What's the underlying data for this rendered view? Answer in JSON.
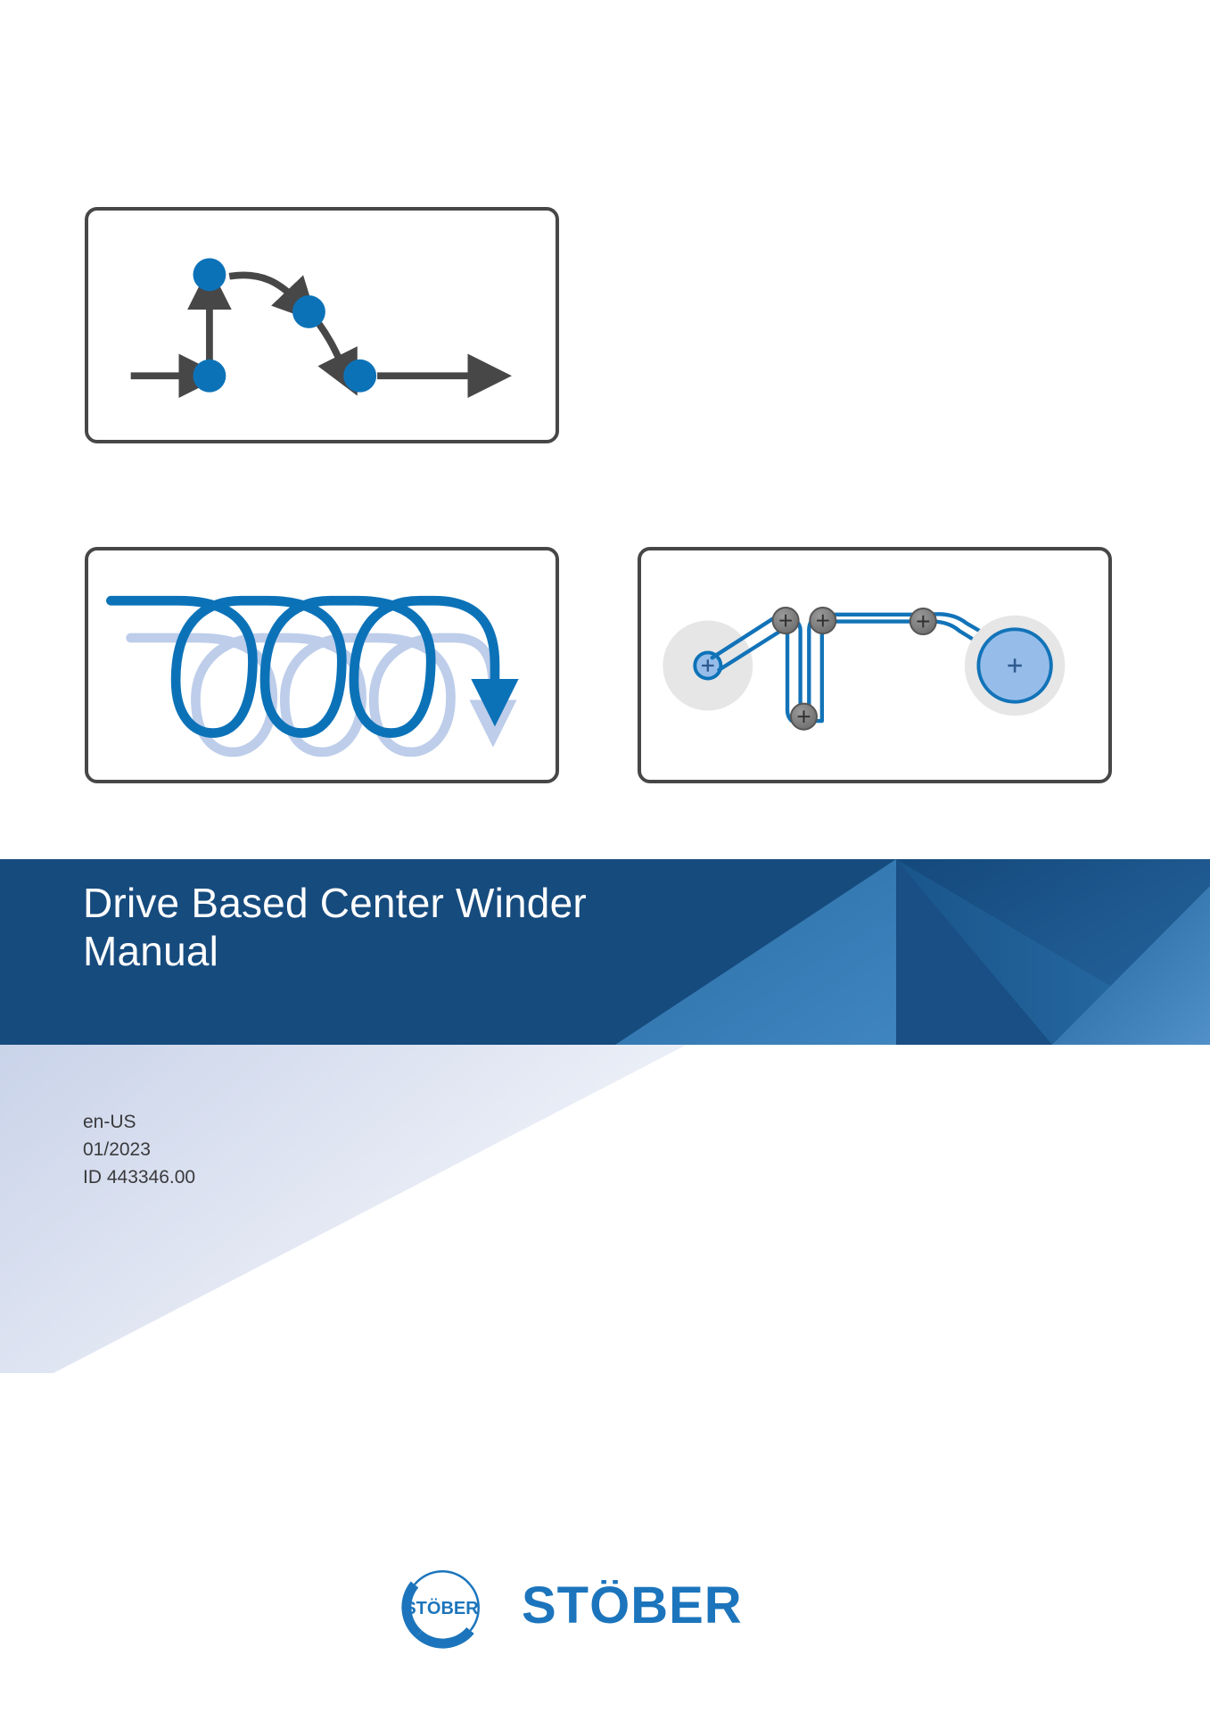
{
  "document": {
    "title_line1": "Drive Based Center Winder",
    "title_line2": "Manual",
    "title_full": "Drive Based Center Winder Manual"
  },
  "meta": {
    "language": "en-US",
    "date": "01/2023",
    "id": "ID 443346.00"
  },
  "brand": {
    "name": "STÖBER",
    "emblem_text": "STÖBER"
  },
  "colors": {
    "banner_dark_blue": "#164b7e",
    "banner_mid_blue": "#1c5d93",
    "banner_light_blue": "#3f7fb8",
    "accent_blue": "#0c72b8",
    "logo_blue": "#1c75bc",
    "wedge_light": "#dfe5f2",
    "outline_gray": "#474747",
    "roller_gray": "#7b7b7b",
    "roll_body_gray": "#e6e6e6",
    "helix_ghost_blue": "#bdcdea",
    "winder_core_blue": "#96bdea",
    "text_dark": "#3a3a3c"
  },
  "illustrations": [
    {
      "name": "motion-profile",
      "caption": "Motion profile with four positioning nodes connected by straight and curved transition arrows",
      "nodes": 4,
      "arrows": 4
    },
    {
      "name": "helix-coil",
      "caption": "Helical winding path with three coils and a downward terminating arrow, with a faded second helix layer behind",
      "coils": 3
    },
    {
      "name": "center-winder",
      "caption": "Center winder web path: unwind roll, four idler rollers, and a building winding roll",
      "rollers": 4,
      "rolls": 2
    }
  ]
}
